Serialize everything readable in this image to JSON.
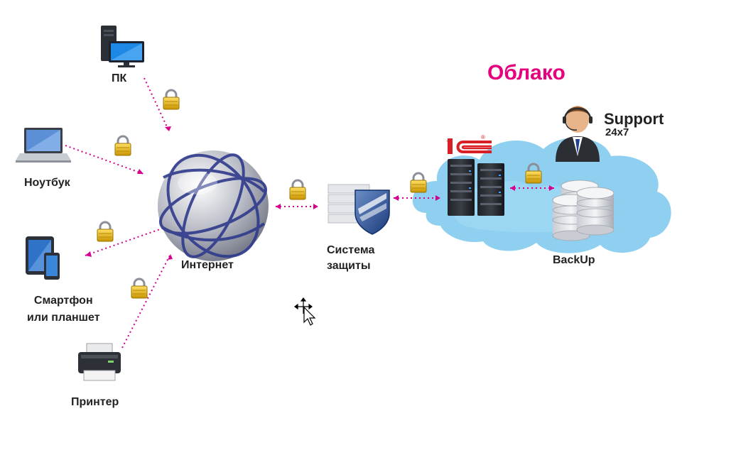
{
  "colors": {
    "link": "#d6008f",
    "cloud": "#8fd0f0",
    "cloud_dark": "#6cc0ec",
    "title": "#e6007e",
    "globe": "#b9bcc6",
    "globe_lines": "#2f3a8c",
    "lock": "#e9b800",
    "onec": "#d91f26"
  },
  "nodes": {
    "pc": {
      "label": "ПК",
      "icon": "desktop-computer-icon"
    },
    "laptop": {
      "label": "Ноутбук",
      "icon": "laptop-icon"
    },
    "smartphone": {
      "line1": "Смартфон",
      "line2": "или планшет",
      "icon": "tablet-phone-icon"
    },
    "printer": {
      "label": "Принтер",
      "icon": "printer-icon"
    },
    "internet": {
      "label": "Интернет",
      "icon": "globe-icon"
    },
    "security": {
      "line1": "Система",
      "line2": "защиты",
      "icon": "firewall-shield-icon"
    },
    "backup": {
      "label": "BackUp",
      "icon": "database-stack-icon"
    },
    "servers": {
      "icon": "server-rack-icon"
    },
    "onec": {
      "text": "1С",
      "mark": "®"
    }
  },
  "cloud": {
    "title": "Облако"
  },
  "support": {
    "title": "Support",
    "subtitle": "24x7",
    "icon": "operator-headset-icon"
  },
  "lock_icon": "padlock-icon",
  "cursor_icon": "move-cursor-icon"
}
